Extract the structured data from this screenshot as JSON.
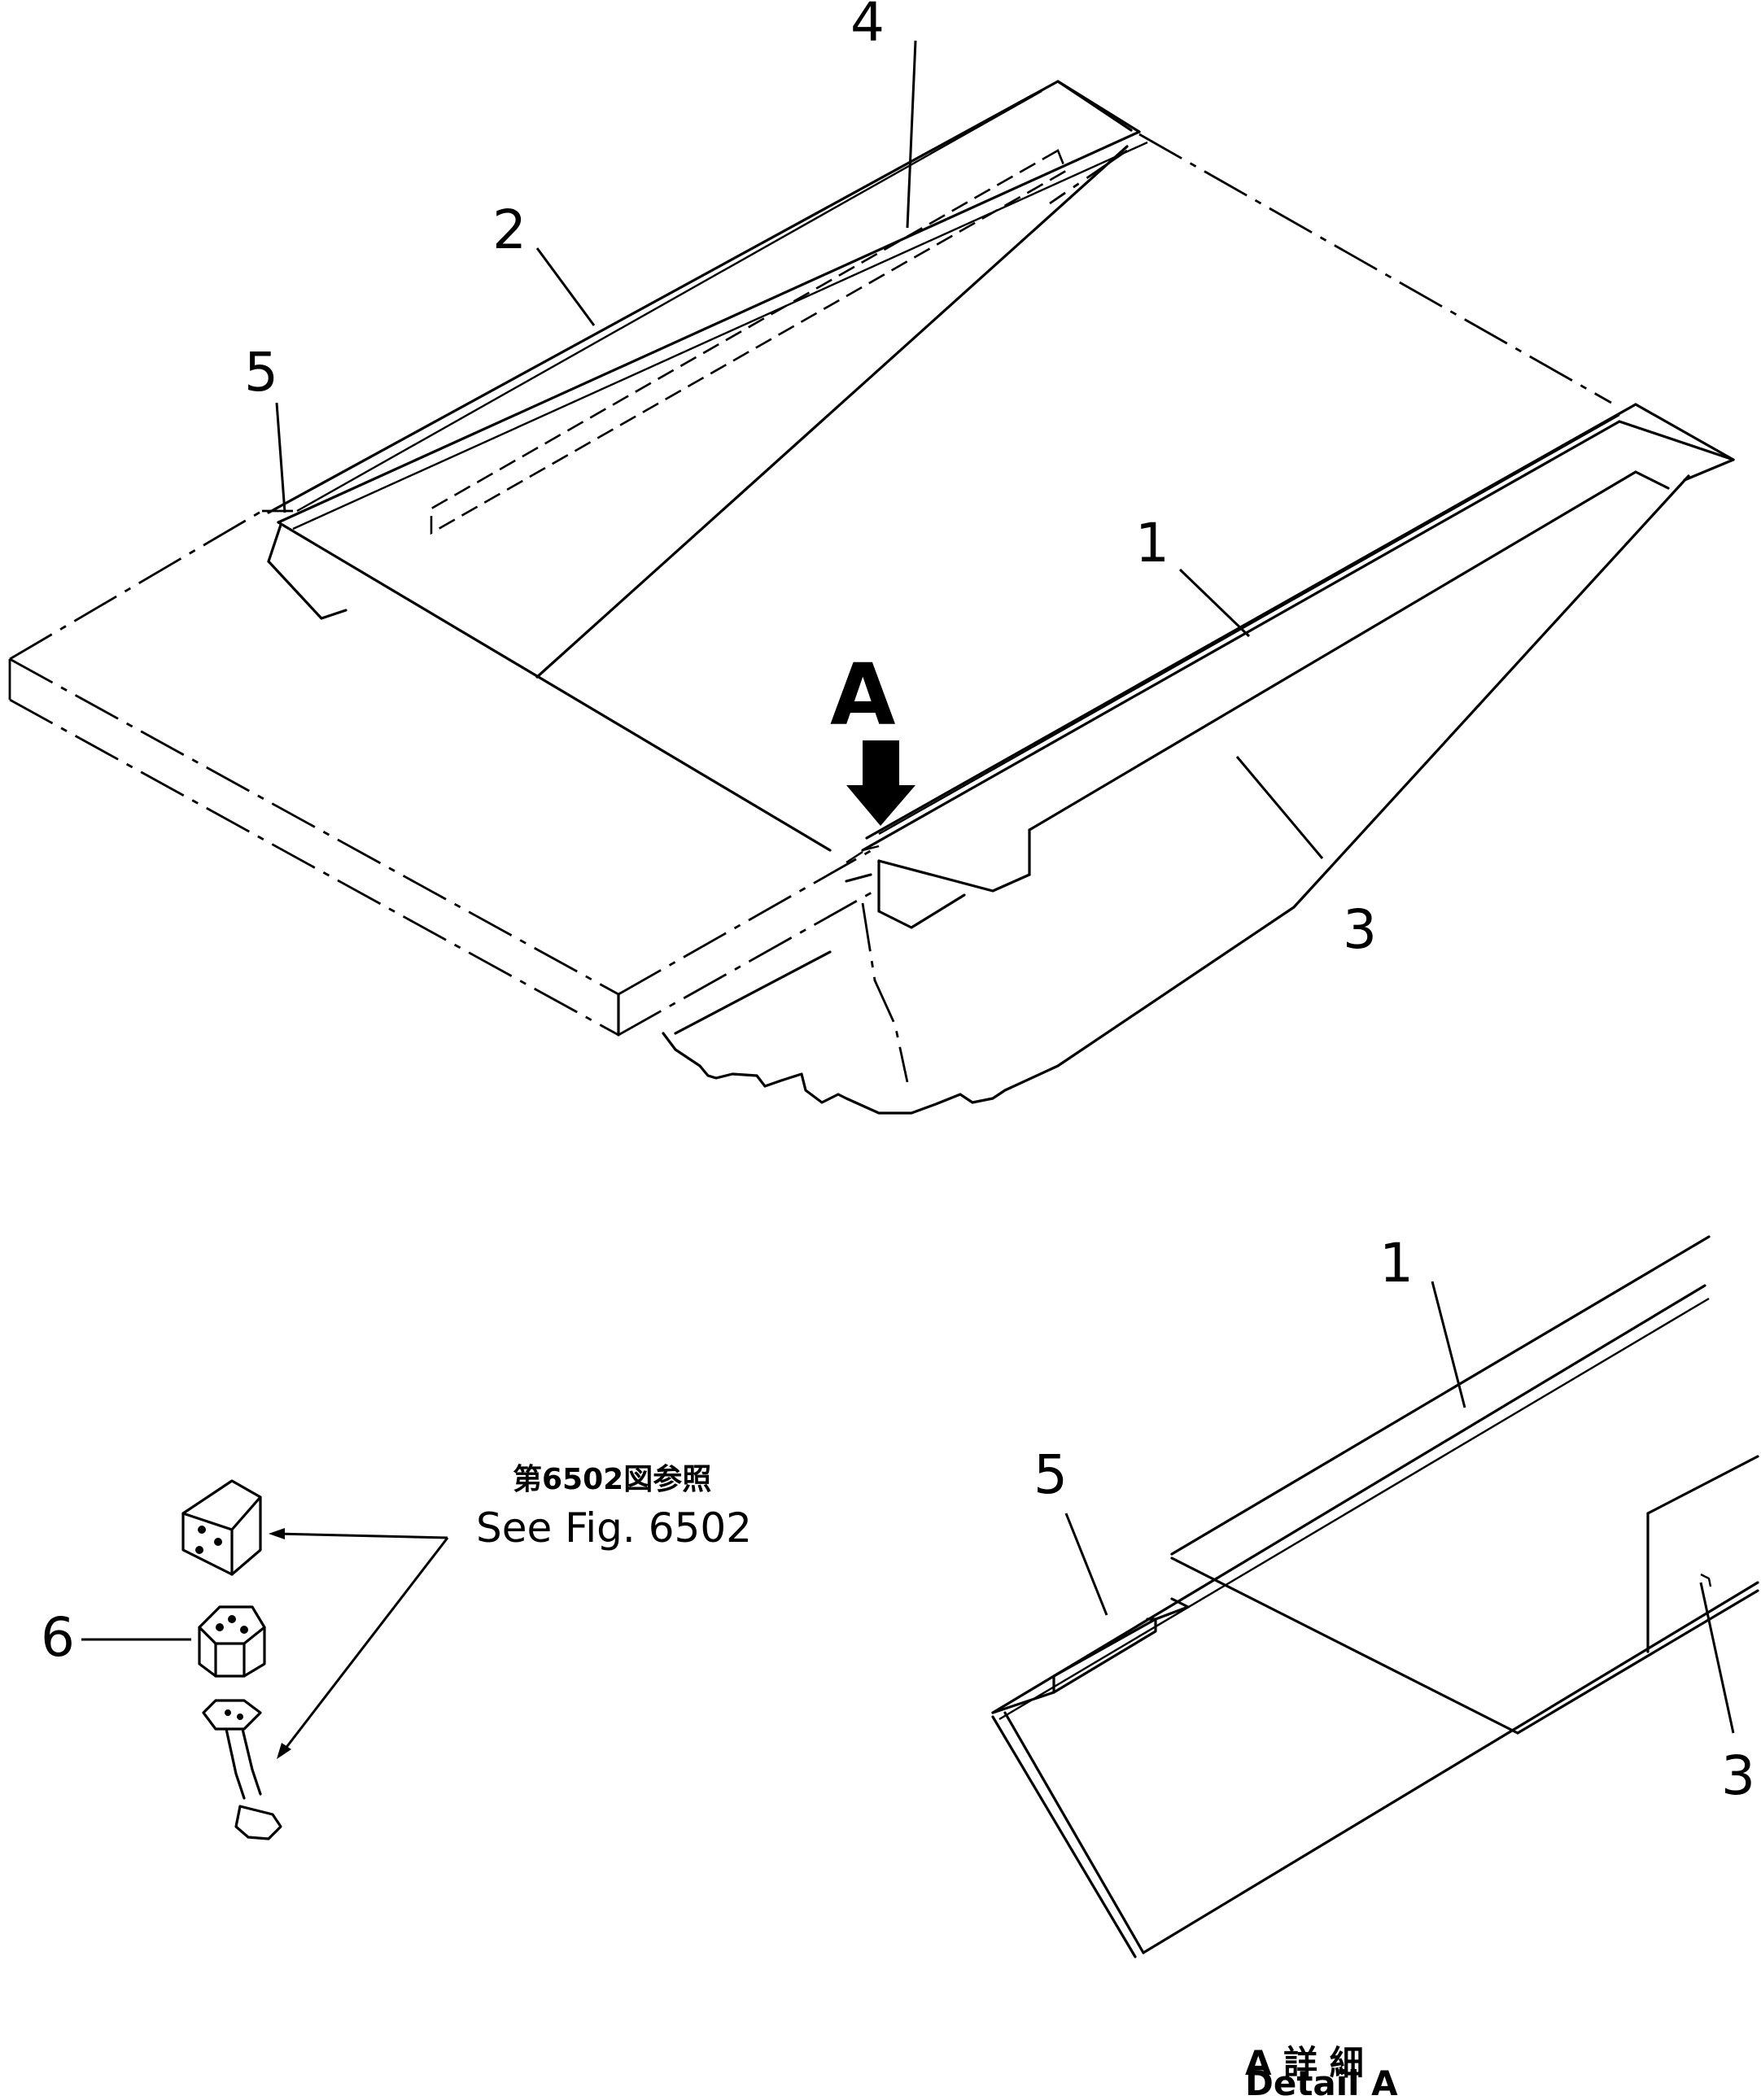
{
  "callouts": {
    "main_1": "1",
    "main_2": "2",
    "main_3": "3",
    "main_4": "4",
    "main_5": "5",
    "view_arrow": "A",
    "detail_1": "1",
    "detail_3": "3",
    "detail_5": "5",
    "part_6": "6"
  },
  "reference": {
    "jp": "第6502図参照",
    "en": "See Fig. 6502"
  },
  "detail_caption": {
    "jp": "A  詳  細",
    "en": "Detail  A"
  }
}
